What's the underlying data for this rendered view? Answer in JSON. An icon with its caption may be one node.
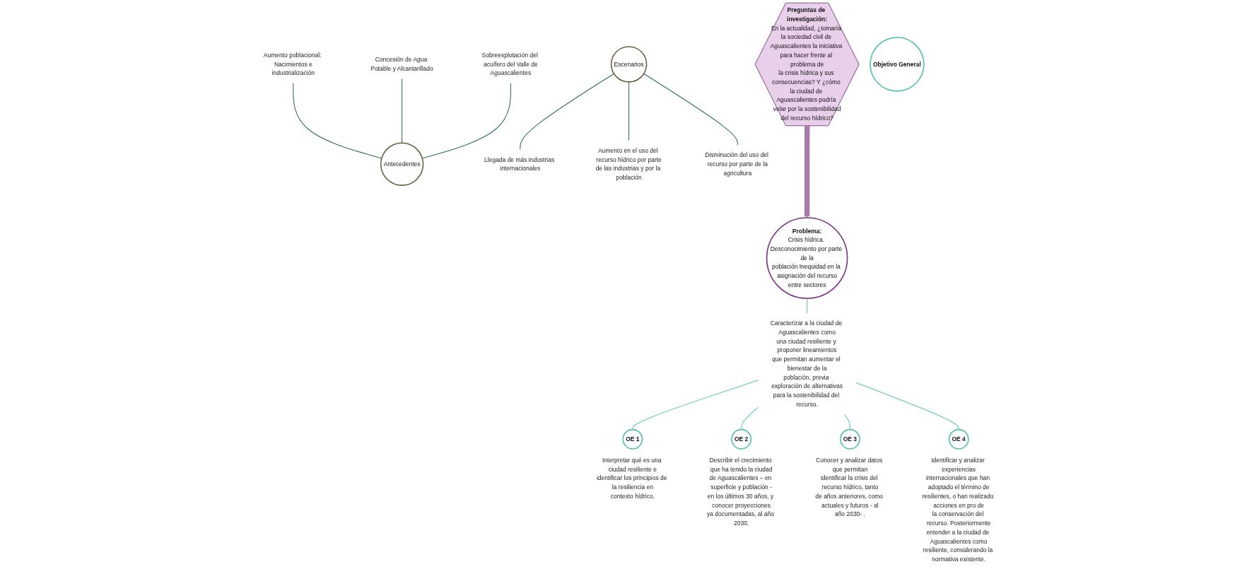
{
  "diagram": {
    "nodes": [
      {
        "text": [
          "Preguntas de investigación:",
          "En la actualidad, ¿tomaría la sociedad civil de Aguascalientes la iniciativa para hacer frente al problema de la crisis hídrica y sus consecuencias? Y ¿cómo la ciudad de Aguascalientes podría velar por la sostenibilidad del recurso hídrico?"
        ]
      },
      {
        "text": [
          "Problema:",
          "Crisis hídrica. Desconocimiento por parte de la población Inequidad en la asignación del recurso entre sectores"
        ]
      },
      {
        "text": [
          "Antecedentes"
        ]
      },
      {
        "text": [
          "Aumento poblacional: Nacimientos e industrialización"
        ]
      },
      {
        "text": [
          "Concesión de Agua Potable y Alcantarillado"
        ]
      },
      {
        "text": [
          "Sobreexplotación del acuífero del Valle de Aguascalientes"
        ]
      },
      {
        "text": [
          "Escenarios"
        ]
      },
      {
        "text": [
          "Llegada de más industrias internacionales"
        ]
      },
      {
        "text": [
          "Aumento en el uso del recurso hídrico por parte de las industrias y por la población"
        ]
      },
      {
        "text": [
          "Disminución del uso del recurso por parte de la agricultura"
        ]
      },
      {
        "text": [
          "Objetivo General"
        ]
      },
      {
        "text": [
          "Caracterizar a la ciudad de Aguascalientes como una ciudad resiliente y proponer lineamientos que permitan aumentar el bienestar de la población, previa exploración de alternativas para la sostenibilidad del recurso."
        ]
      },
      {
        "text": [
          "OE 1"
        ],
        "beside": [
          "Interpretar qué es una ciudad resiliente e identificar los principios de la resiliencia en contexto hídrico."
        ]
      },
      {
        "text": [
          "OE 2"
        ],
        "beside": [
          "Describir el crecimiento que ha tenido la ciudad de Aguascalientes – en superficie y población - en los últimos 30 años, y conocer proyecciones ya documentadas, al año 2030."
        ]
      },
      {
        "text": [
          "OE 3"
        ],
        "beside": [
          "Conocer y analizar datos que permitan identificar la crisis del recurso hídrico, tanto de años anteriores, como actuales y futuros - al año 2030- ."
        ]
      },
      {
        "text": [
          "OE 4"
        ],
        "beside": [
          "Identificar y analizar experiencias internacionales que han adoptado el término de resilientes, o han realizado acciones en pro de la conservación del recurso. Posteriormente entender a la ciudad de Aguascalientes como resiliente, considerando la normativa existente."
        ]
      }
    ],
    "edges": [
      {
        "from": 0,
        "to": 1,
        "arrow": "to",
        "style": "thick",
        "color": "#a77aab"
      },
      {
        "from": 3,
        "to": 2,
        "arrow": "none"
      },
      {
        "from": 4,
        "to": 2,
        "arrow": "none"
      },
      {
        "from": 5,
        "to": 2,
        "arrow": "none"
      },
      {
        "from": 6,
        "to": 7,
        "arrow": "none"
      },
      {
        "from": 6,
        "to": 8,
        "arrow": "none"
      },
      {
        "from": 6,
        "to": 9,
        "arrow": "none"
      },
      {
        "from": 1,
        "to": 11,
        "arrow": "none",
        "color": "#5cc9b0"
      },
      {
        "from": 11,
        "to": 12,
        "arrow": "none",
        "color": "#5cc9b0"
      },
      {
        "from": 11,
        "to": 13,
        "arrow": "none",
        "color": "#5cc9b0"
      },
      {
        "from": 11,
        "to": 14,
        "arrow": "none",
        "color": "#5cc9b0"
      },
      {
        "from": 11,
        "to": 15,
        "arrow": "none",
        "color": "#5cc9b0"
      }
    ]
  }
}
